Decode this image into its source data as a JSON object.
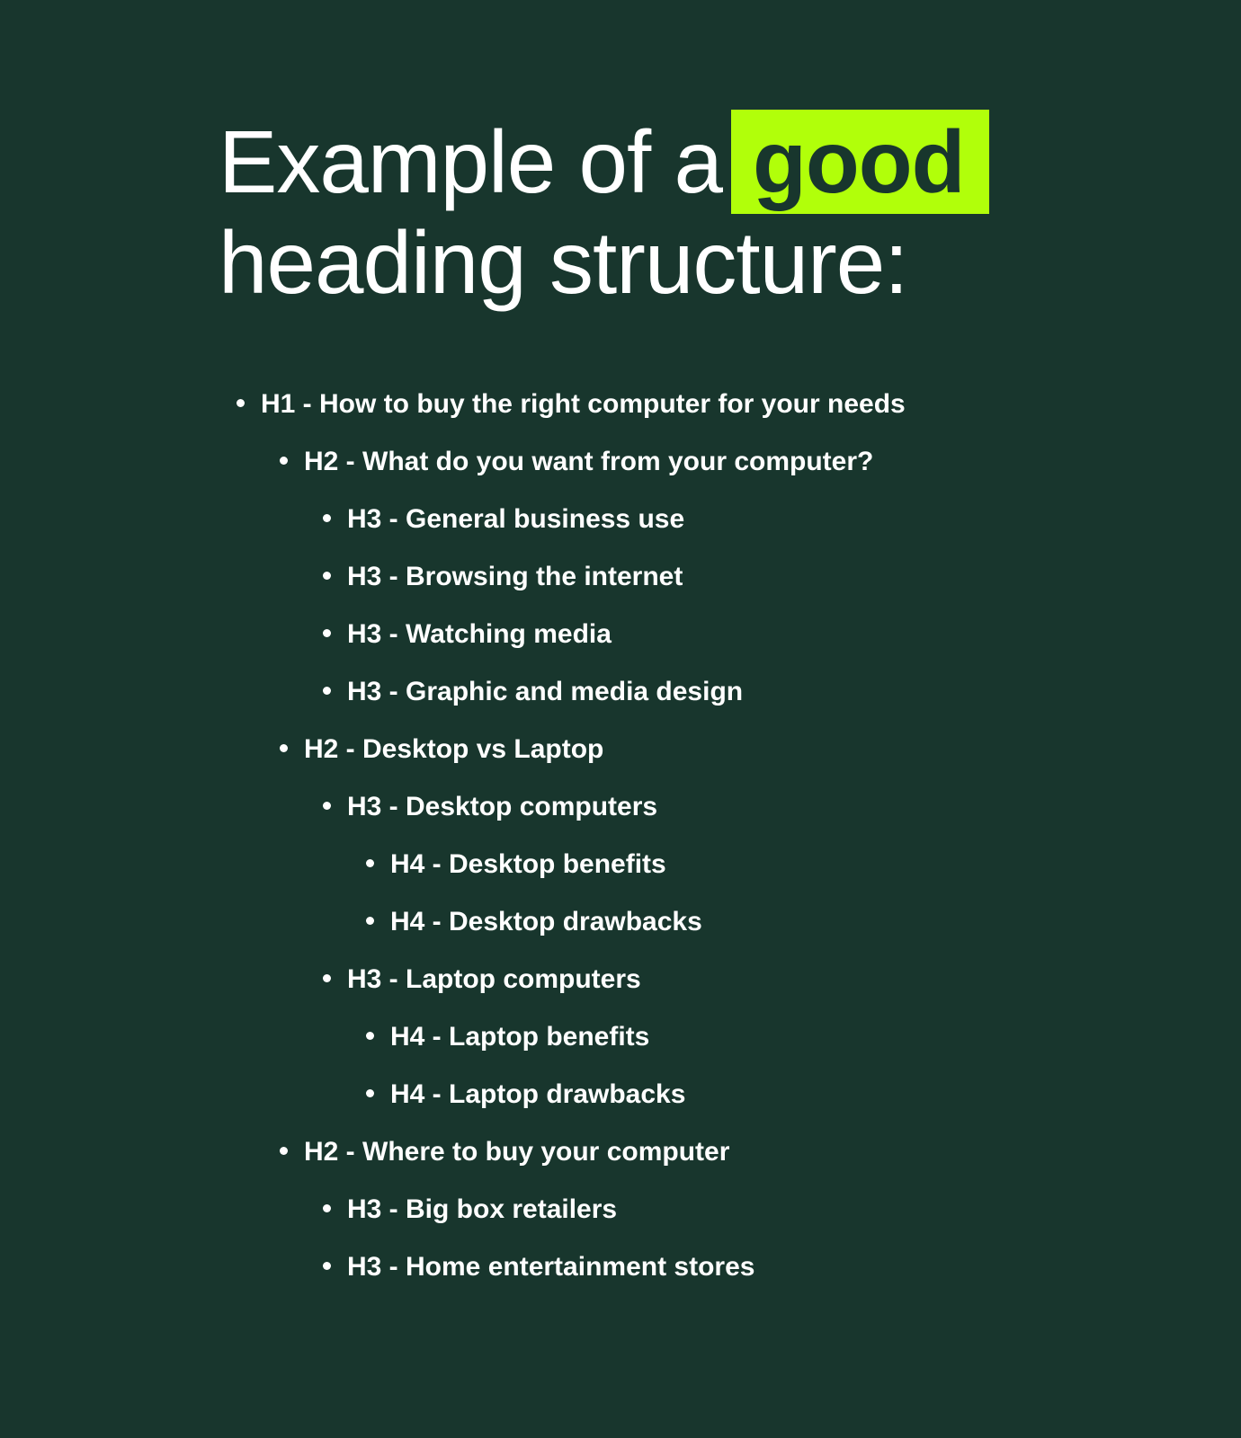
{
  "title": {
    "prefix": "Example of a",
    "highlight": "good",
    "line2": "heading structure:"
  },
  "colors": {
    "background": "#18362d",
    "highlight": "#b1ff0a",
    "text": "#ffffff"
  },
  "items": [
    {
      "level": 1,
      "text": "H1 - How to buy the right computer for your needs"
    },
    {
      "level": 2,
      "text": "H2 - What do you want from your computer?"
    },
    {
      "level": 3,
      "text": "H3 - General business use"
    },
    {
      "level": 3,
      "text": "H3 - Browsing the internet"
    },
    {
      "level": 3,
      "text": "H3 - Watching media"
    },
    {
      "level": 3,
      "text": "H3 - Graphic and media design"
    },
    {
      "level": 2,
      "text": "H2 - Desktop vs Laptop"
    },
    {
      "level": 3,
      "text": "H3 - Desktop computers"
    },
    {
      "level": 4,
      "text": "H4 - Desktop benefits"
    },
    {
      "level": 4,
      "text": "H4 - Desktop drawbacks"
    },
    {
      "level": 3,
      "text": "H3 - Laptop computers"
    },
    {
      "level": 4,
      "text": "H4 - Laptop benefits"
    },
    {
      "level": 4,
      "text": "H4 - Laptop drawbacks"
    },
    {
      "level": 2,
      "text": "H2 - Where to buy your computer"
    },
    {
      "level": 3,
      "text": "H3 - Big box retailers"
    },
    {
      "level": 3,
      "text": "H3 - Home entertainment stores"
    }
  ]
}
